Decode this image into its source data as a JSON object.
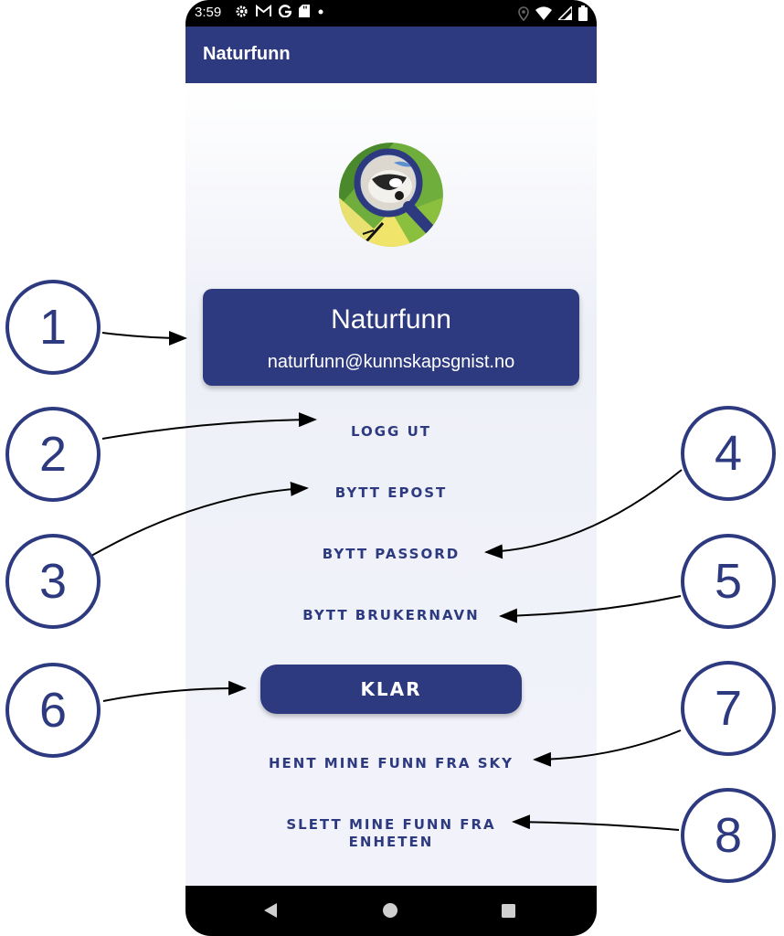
{
  "status_bar": {
    "time": "3:59",
    "left_icons": [
      "settings-icon",
      "gmail-icon",
      "google-icon",
      "sd-card-icon",
      "dot-icon"
    ],
    "right_icons": [
      "location-icon",
      "wifi-icon",
      "signal-icon",
      "battery-icon"
    ]
  },
  "app_bar": {
    "title": "Naturfunn"
  },
  "profile": {
    "name": "Naturfunn",
    "email": "naturfunn@kunnskapsgnist.no"
  },
  "actions": {
    "logout": "LOGG UT",
    "change_email": "BYTT EPOST",
    "change_password": "BYTT PASSORD",
    "change_username": "BYTT BRUKERNAVN",
    "done": "KLAR",
    "fetch_cloud": "HENT MINE FUNN FRA SKY",
    "delete_device_line1": "SLETT MINE FUNN FRA",
    "delete_device_line2": "ENHETEN"
  },
  "nav_bar": {
    "icons": [
      "back-icon",
      "home-icon",
      "recents-icon"
    ]
  },
  "callouts": [
    "1",
    "2",
    "3",
    "4",
    "5",
    "6",
    "7",
    "8"
  ],
  "colors": {
    "primary": "#2e3a80",
    "background": "#f2f3fa",
    "text_on_primary": "#ffffff"
  }
}
